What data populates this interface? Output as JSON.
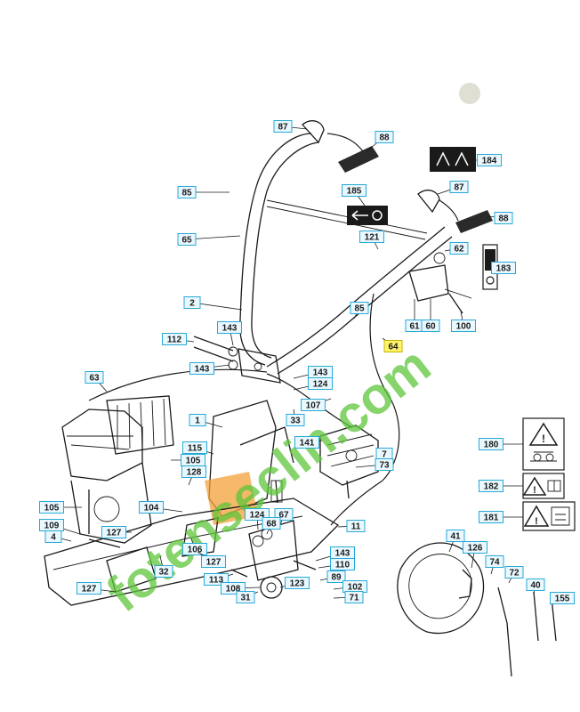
{
  "diagram": {
    "callouts": [
      {
        "id": "c87a",
        "text": "87"
      },
      {
        "id": "c88a",
        "text": "88"
      },
      {
        "id": "c184",
        "text": "184"
      },
      {
        "id": "c85a",
        "text": "85"
      },
      {
        "id": "c185",
        "text": "185"
      },
      {
        "id": "c87b",
        "text": "87"
      },
      {
        "id": "c88b",
        "text": "88"
      },
      {
        "id": "c65",
        "text": "65"
      },
      {
        "id": "c121",
        "text": "121"
      },
      {
        "id": "c62",
        "text": "62"
      },
      {
        "id": "c183",
        "text": "183"
      },
      {
        "id": "c2",
        "text": "2"
      },
      {
        "id": "c85b",
        "text": "85"
      },
      {
        "id": "c143a",
        "text": "143"
      },
      {
        "id": "c61",
        "text": "61"
      },
      {
        "id": "c60",
        "text": "60"
      },
      {
        "id": "c100",
        "text": "100"
      },
      {
        "id": "c112",
        "text": "112"
      },
      {
        "id": "c64",
        "text": "64"
      },
      {
        "id": "c143b",
        "text": "143"
      },
      {
        "id": "c63",
        "text": "63"
      },
      {
        "id": "c143c",
        "text": "143"
      },
      {
        "id": "c124a",
        "text": "124"
      },
      {
        "id": "c107",
        "text": "107"
      },
      {
        "id": "c33",
        "text": "33"
      },
      {
        "id": "c1",
        "text": "1"
      },
      {
        "id": "c141",
        "text": "141"
      },
      {
        "id": "c180",
        "text": "180"
      },
      {
        "id": "c7",
        "text": "7"
      },
      {
        "id": "c115",
        "text": "115"
      },
      {
        "id": "c105a",
        "text": "105"
      },
      {
        "id": "c73",
        "text": "73"
      },
      {
        "id": "c128",
        "text": "128"
      },
      {
        "id": "c182",
        "text": "182"
      },
      {
        "id": "c105b",
        "text": "105"
      },
      {
        "id": "c104",
        "text": "104"
      },
      {
        "id": "c181",
        "text": "181"
      },
      {
        "id": "c124b",
        "text": "124"
      },
      {
        "id": "c67",
        "text": "67"
      },
      {
        "id": "c109",
        "text": "109"
      },
      {
        "id": "c127a",
        "text": "127"
      },
      {
        "id": "c68",
        "text": "68"
      },
      {
        "id": "c11",
        "text": "11"
      },
      {
        "id": "c4",
        "text": "4"
      },
      {
        "id": "c41",
        "text": "41"
      },
      {
        "id": "c106",
        "text": "106"
      },
      {
        "id": "c143d",
        "text": "143"
      },
      {
        "id": "c126",
        "text": "126"
      },
      {
        "id": "c127b",
        "text": "127"
      },
      {
        "id": "c32",
        "text": "32"
      },
      {
        "id": "c110",
        "text": "110"
      },
      {
        "id": "c74",
        "text": "74"
      },
      {
        "id": "c89",
        "text": "89"
      },
      {
        "id": "c72",
        "text": "72"
      },
      {
        "id": "c113",
        "text": "113"
      },
      {
        "id": "c123",
        "text": "123"
      },
      {
        "id": "c127c",
        "text": "127"
      },
      {
        "id": "c108",
        "text": "108"
      },
      {
        "id": "c102",
        "text": "102"
      },
      {
        "id": "c40",
        "text": "40"
      },
      {
        "id": "c31",
        "text": "31"
      },
      {
        "id": "c71",
        "text": "71"
      },
      {
        "id": "c155",
        "text": "155"
      }
    ],
    "watermark_text": "fotenseclin.com"
  }
}
